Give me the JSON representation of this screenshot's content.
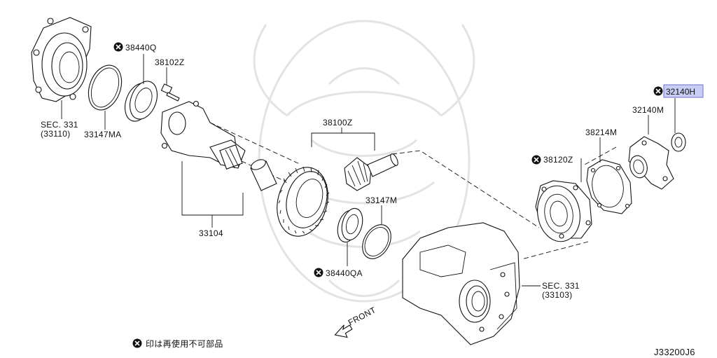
{
  "diagram_code": "J33200J6",
  "legend": {
    "text": "印は再使用不可部品"
  },
  "front_label": "FRONT",
  "labels": {
    "p38440Q": "38440Q",
    "p38102Z": "38102Z",
    "sec331a_line1": "SEC. 331",
    "sec331a_line2": "(33110)",
    "p33147MA": "33147MA",
    "p38100Z": "38100Z",
    "p33104": "33104",
    "p33147M": "33147M",
    "p38440QA": "38440QA",
    "p38120Z": "38120Z",
    "p38214M": "38214M",
    "p32140M": "32140M",
    "p32140H": "32140H",
    "sec331b_line1": "SEC. 331",
    "sec331b_line2": "(33103)"
  },
  "highlight": {
    "part": "32140H",
    "color": "#c9ccf3"
  }
}
